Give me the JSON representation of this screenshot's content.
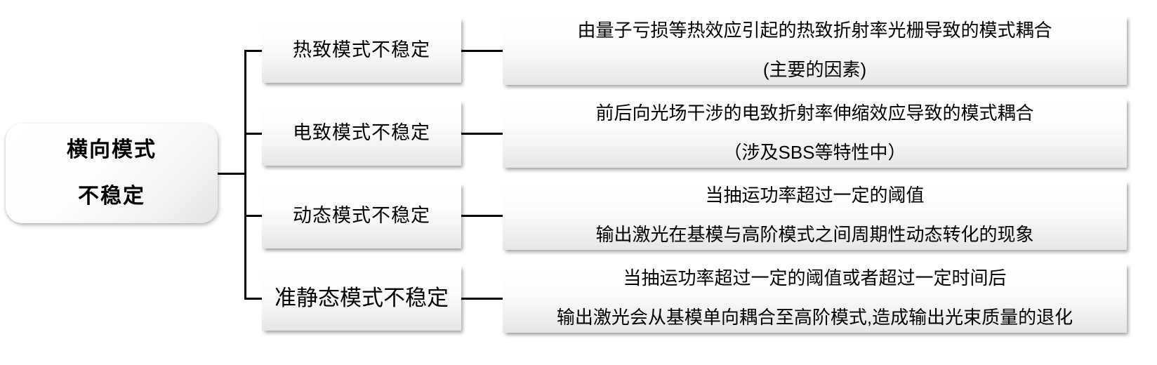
{
  "diagram": {
    "type": "tree-diagram",
    "root": {
      "line1": "横向模式",
      "line2": "不稳定"
    },
    "branches": [
      {
        "category": "热致模式不稳定",
        "detail_line1": "由量子亏损等热效应引起的热致折射率光栅导致的模式耦合",
        "detail_line2": "(主要的因素)"
      },
      {
        "category": "电致模式不稳定",
        "detail_line1": "前后向光场干涉的电致折射率伸缩效应导致的模式耦合",
        "detail_line2": "（涉及SBS等特性中）"
      },
      {
        "category": "动态模式不稳定",
        "detail_line1": "当抽运功率超过一定的阈值",
        "detail_line2": "输出激光在基模与高阶模式之间周期性动态转化的现象"
      },
      {
        "category": "准静态模式不稳定",
        "detail_line1": "当抽运功率超过一定的阈值或者超过一定时间后",
        "detail_line2": "输出激光会从基模单向耦合至高阶模式,造成输出光束质量的退化"
      }
    ],
    "colors": {
      "line": "#000000",
      "box_fill_top": "#ffffff",
      "box_fill_bottom": "#e6e6e6",
      "text": "#000000",
      "background": "#ffffff"
    }
  }
}
